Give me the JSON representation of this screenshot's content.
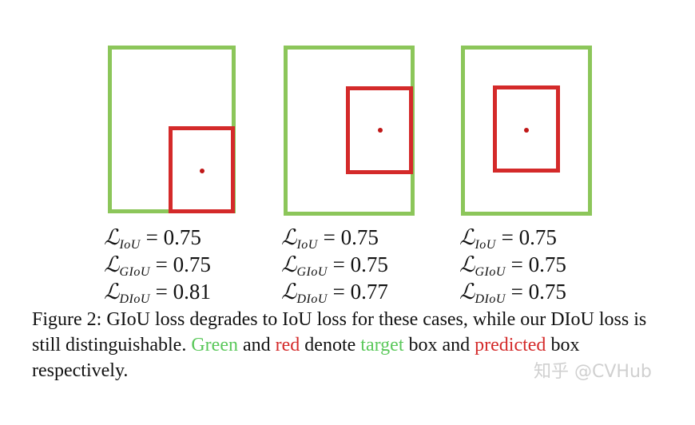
{
  "figures": [
    {
      "losses": [
        {
          "symbol": "ℒ",
          "sub": "IoU",
          "value": "= 0.75"
        },
        {
          "symbol": "ℒ",
          "sub": "GIoU",
          "value": "= 0.75"
        },
        {
          "symbol": "ℒ",
          "sub": "DIoU",
          "value": "= 0.81"
        }
      ]
    },
    {
      "losses": [
        {
          "symbol": "ℒ",
          "sub": "IoU",
          "value": "= 0.75"
        },
        {
          "symbol": "ℒ",
          "sub": "GIoU",
          "value": "= 0.75"
        },
        {
          "symbol": "ℒ",
          "sub": "DIoU",
          "value": "= 0.77"
        }
      ]
    },
    {
      "losses": [
        {
          "symbol": "ℒ",
          "sub": "IoU",
          "value": "= 0.75"
        },
        {
          "symbol": "ℒ",
          "sub": "GIoU",
          "value": "= 0.75"
        },
        {
          "symbol": "ℒ",
          "sub": "DIoU",
          "value": "= 0.75"
        }
      ]
    }
  ],
  "caption": {
    "part1": "Figure 2: GIoU loss degrades to IoU loss for these cases, while our DIoU loss is still distinguishable. ",
    "green_word": "Green",
    "part2": " and ",
    "red_word": "red",
    "part3": " denote ",
    "target_word": "target",
    "part4": " box and ",
    "predicted_word": "predicted",
    "part5": " box respectively."
  },
  "watermark": "知乎 @CVHub",
  "colors": {
    "target": "#8cc65a",
    "predicted": "#d42a2a"
  }
}
